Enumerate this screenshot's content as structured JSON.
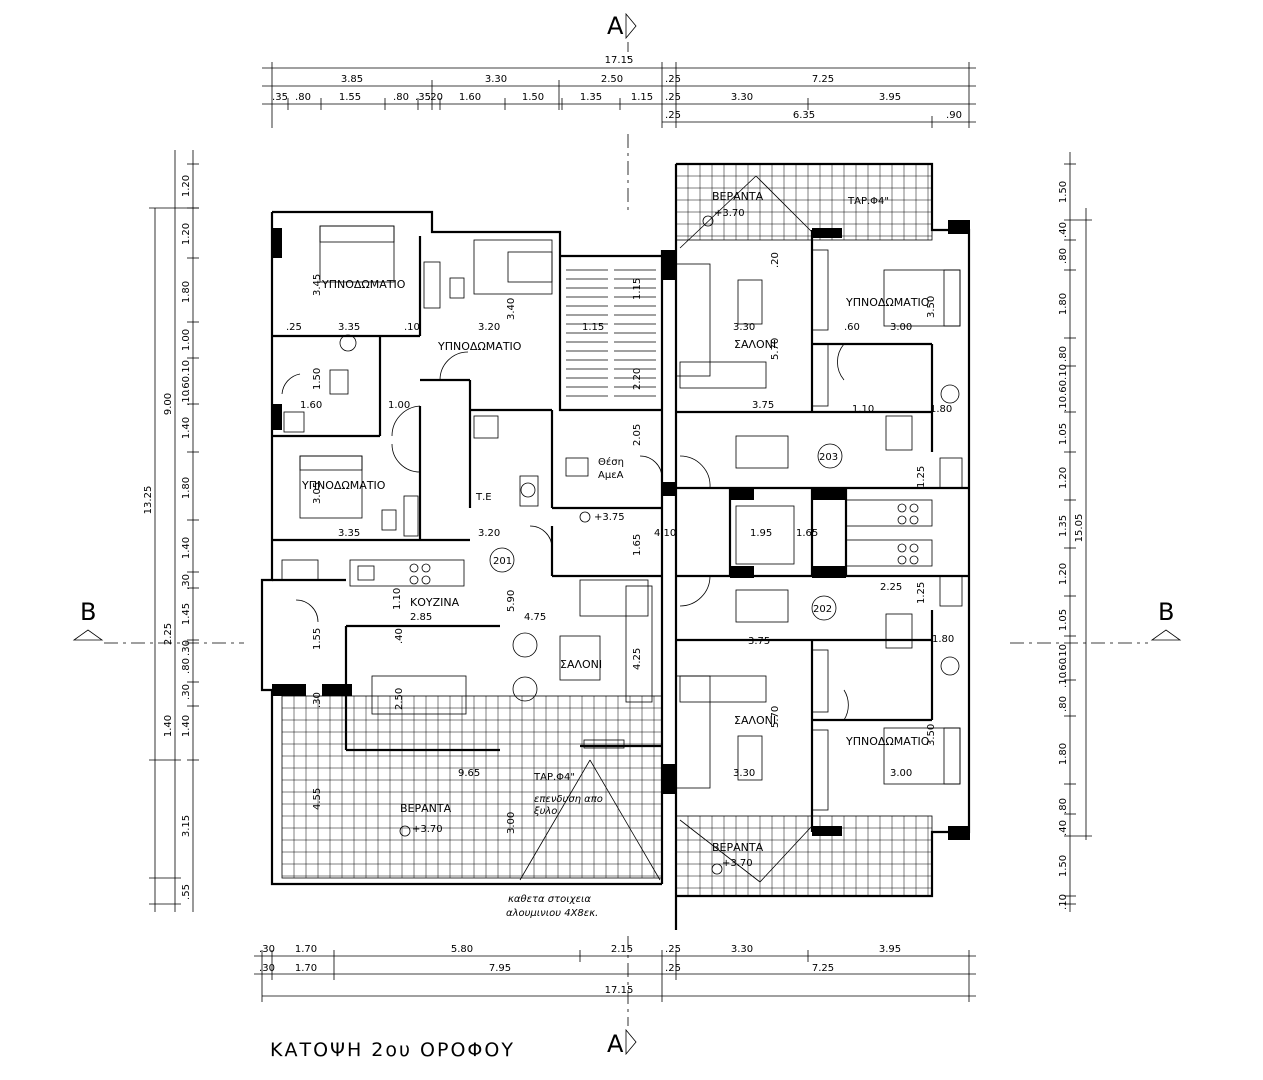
{
  "plan_title": "ΚΑΤΟΨΗ 2ου ΟΡΟΦΟΥ",
  "section_a": "A",
  "section_b": "B",
  "rooms": {
    "bedroom": "ΥΠΝΟΔΩΜΑΤΙΟ",
    "living": "ΣΑΛΟΝΙ",
    "kitchen": "ΚΟΥΖΙΝΑ",
    "veranda": "ΒΕΡΑΝΤΑ",
    "level": "+3.70",
    "level_core": "+3.75",
    "wc_mark": "Τ.Ε",
    "parking_1": "Θέση",
    "parking_2": "ΑμεΑ",
    "tap": "ΤΑΡ.Φ4\"",
    "finish_1": "επενδυση απο",
    "finish_2": "ξυλο",
    "note_1": "καθετα στοιχεια",
    "note_2": "αλουμινιου 4Χ8εκ."
  },
  "apartments": [
    "201",
    "202",
    "203"
  ],
  "dims_top": {
    "overall": "17.15",
    "row1": [
      "3.85",
      "3.30",
      "2.50",
      ".25",
      "7.25"
    ],
    "row2": [
      ".35",
      ".80",
      "1.55",
      ".80",
      ".35",
      ".20",
      "1.60",
      "1.50",
      "1.35",
      "1.15",
      ".25",
      "3.30",
      "3.95"
    ],
    "row3": [
      ".25",
      "6.35",
      ".90"
    ]
  },
  "dims_bottom": {
    "row1": [
      ".30",
      "1.70",
      "5.80",
      "2.15",
      ".25",
      "3.30",
      "3.95"
    ],
    "row2": [
      ".30",
      "1.70",
      "7.95",
      ".25",
      "7.25"
    ],
    "overall": "17.15"
  },
  "dims_left": {
    "inner": [
      "1.20",
      "1.20",
      "1.80",
      "1.00",
      ".10",
      ".60",
      ".10",
      "1.40",
      "1.80",
      "1.40",
      ".30",
      "1.45",
      ".30",
      ".80",
      ".30",
      "1.40"
    ],
    "outer": [
      "9.00",
      "3.15",
      ".55"
    ],
    "overall": "13.25",
    "mid": [
      "2.25",
      "1.40"
    ]
  },
  "dims_right": {
    "inner": [
      "1.50",
      ".40",
      ".80",
      "1.80",
      ".80",
      ".10",
      ".60",
      ".10",
      "1.05",
      "1.20",
      "1.35",
      "1.20",
      "1.05",
      ".10",
      ".60",
      ".10",
      ".80",
      "1.80",
      ".80",
      ".40",
      "1.50",
      ".10"
    ],
    "overall": "15.05"
  },
  "dims_interior": {
    "d_325a": "3.35",
    "d_325b": "3.35",
    "d_320a": "3.20",
    "d_320b": "3.20",
    "d_345": "3.45",
    "d_340": "3.40",
    "d_305": "3.05",
    "d_115a": "1.15",
    "d_115b": "1.15",
    "d_220": "2.20",
    "d_205": "2.05",
    "d_330a": "3.30",
    "d_330b": "3.30",
    "d_300a": "3.00",
    "d_300b": "3.00",
    "d_375a": "3.75",
    "d_375b": "3.75",
    "d_570a": "5.70",
    "d_570b": "5.70",
    "d_350a": "3.50",
    "d_350b": "3.50",
    "d_410": "4.10",
    "d_195": "1.95",
    "d_165a": "1.65",
    "d_165b": "1.65",
    "d_225": "2.25",
    "d_285": "2.85",
    "d_475": "4.75",
    "d_590": "5.90",
    "d_425": "4.25",
    "d_250": "2.50",
    "d_965": "9.65",
    "d_455": "4.55",
    "d_300c": "3.00",
    "d_110a": "1.10",
    "d_110b": "1.10",
    "d_180a": "1.80",
    "d_180b": "1.80",
    "d_160": "1.60",
    "d_150": "1.50",
    "d_100": "1.00",
    "d_155": "1.55",
    "d_125a": "1.25",
    "d_125b": "1.25",
    "d_10": ".10",
    "d_20": ".20",
    "d_25": ".25",
    "d_60": ".60",
    "d_40": ".40",
    "d_30": ".30"
  }
}
